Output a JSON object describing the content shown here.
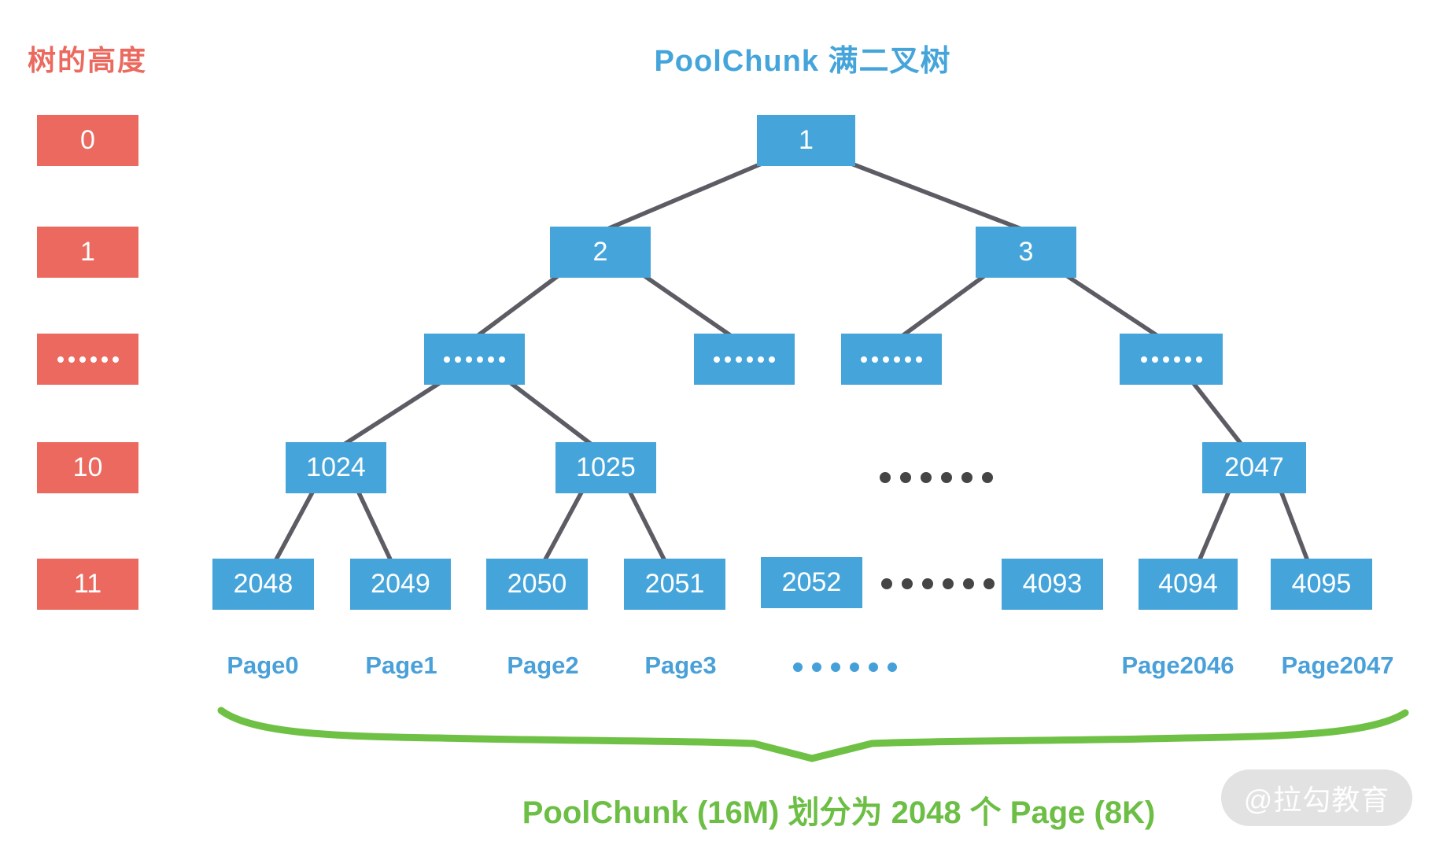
{
  "title": "PoolChunk 满二叉树",
  "height_axis": {
    "heading": "树的高度",
    "levels": [
      "0",
      "1",
      "……",
      "10",
      "11"
    ]
  },
  "tree": {
    "nodes": [
      {
        "label": "1"
      },
      {
        "label": "2"
      },
      {
        "label": "3"
      },
      {
        "label": "……"
      },
      {
        "label": "……"
      },
      {
        "label": "……"
      },
      {
        "label": "……"
      },
      {
        "label": "1024"
      },
      {
        "label": "1025"
      },
      {
        "label": "2047"
      },
      {
        "label": "2048"
      },
      {
        "label": "2049"
      },
      {
        "label": "2050"
      },
      {
        "label": "2051"
      },
      {
        "label": "2052"
      },
      {
        "label": "4093"
      },
      {
        "label": "4094"
      },
      {
        "label": "4095"
      }
    ],
    "mid_level_ellipsis": "……",
    "leaf_level_ellipsis": "……"
  },
  "pages": {
    "labels": [
      "Page0",
      "Page1",
      "Page2",
      "Page3",
      "Page2046",
      "Page2047"
    ],
    "ellipsis": "……"
  },
  "caption": "PoolChunk (16M) 划分为 2048 个 Page (8K)",
  "watermark": "@拉勾教育",
  "colors": {
    "node_blue": "#45A5DB",
    "height_red": "#EB695E",
    "edge_gray": "#5C5C64",
    "brace_green": "#6FC146",
    "caption_green": "#6CBE45",
    "page_blue": "#4AA0D8",
    "dot_dark": "#454545",
    "watermark_gray": "#E2E2E2"
  }
}
